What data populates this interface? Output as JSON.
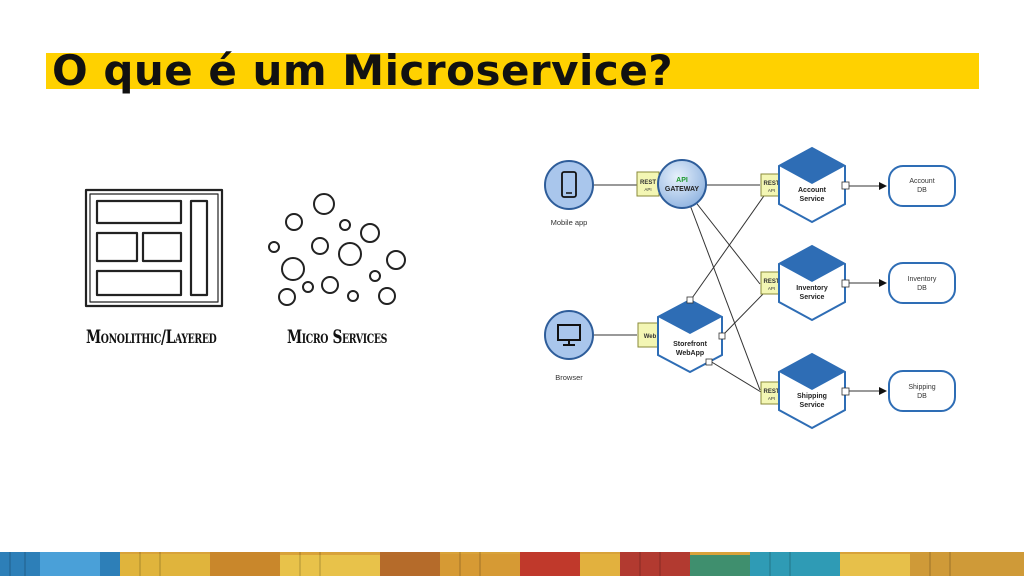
{
  "slide": {
    "title": "O que é um Microservice?",
    "accent_color": "#ffd100"
  },
  "sketch": {
    "monolithic_label": "Monolithic/Layered",
    "micro_label": "Micro Services"
  },
  "architecture": {
    "clients": [
      {
        "id": "mobile",
        "label": "Mobile app",
        "icon": "phone-icon"
      },
      {
        "id": "browser",
        "label": "Browser",
        "icon": "monitor-icon"
      }
    ],
    "adapters": {
      "rest_line1": "REST",
      "rest_line2": "API",
      "web": "Web"
    },
    "gateway": {
      "line1": "API",
      "line2": "GATEWAY"
    },
    "storefront": {
      "line1": "Storefront",
      "line2": "WebApp"
    },
    "services": [
      {
        "line1": "Account",
        "line2": "Service"
      },
      {
        "line1": "Inventory",
        "line2": "Service"
      },
      {
        "line1": "Shipping",
        "line2": "Service"
      }
    ],
    "databases": [
      {
        "line1": "Account",
        "line2": "DB"
      },
      {
        "line1": "Inventory",
        "line2": "DB"
      },
      {
        "line1": "Shipping",
        "line2": "DB"
      }
    ],
    "colors": {
      "node_blue": "#2e6db5",
      "node_light": "#c9dcf3",
      "adapter_fill": "#f3f6b4",
      "gateway_text": "#1d9a2e"
    }
  }
}
